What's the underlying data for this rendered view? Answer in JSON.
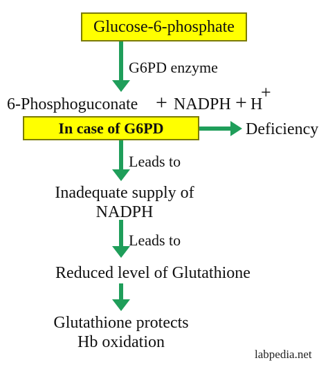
{
  "nodes": {
    "glucose": "Glucose-6-phosphate",
    "phospho": "6-Phosphoguconate",
    "plus1": "+",
    "nadph": "NADPH",
    "plus2": "+",
    "h": "H",
    "h_sup": "+",
    "incase": "In case of G6PD",
    "deficiency": "Deficiency",
    "inadequate_1": "Inadequate supply of",
    "inadequate_2": "NADPH",
    "reduced": "Reduced level of Glutathione",
    "protects_1": "Glutathione protects",
    "protects_2": "Hb oxidation"
  },
  "edges": {
    "e1": "G6PD enzyme",
    "e2": "Leads to",
    "e3": "Leads to",
    "e4": ""
  },
  "colors": {
    "arrow": "#1f9e5a",
    "box_fill": "#ffff00",
    "box_border": "#7a7a00"
  },
  "watermark": "labpedia.net"
}
